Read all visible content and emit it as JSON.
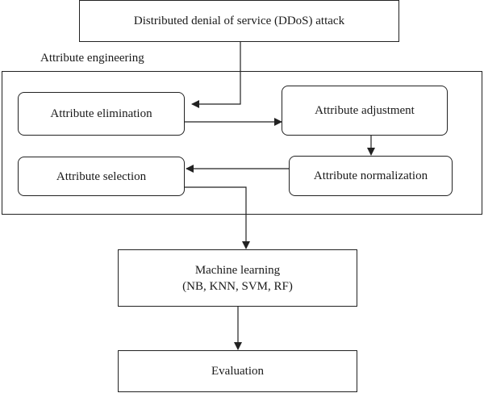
{
  "nodes": {
    "ddos": "Distributed denial of service (DDoS) attack",
    "group_label": "Attribute engineering",
    "elimination": "Attribute elimination",
    "adjustment": "Attribute adjustment",
    "normalization": "Attribute normalization",
    "selection": "Attribute selection",
    "ml_title": "Machine learning",
    "ml_sub": "(NB, KNN, SVM, RF)",
    "evaluation": "Evaluation"
  },
  "colors": {
    "stroke": "#222222",
    "background": "#ffffff"
  }
}
